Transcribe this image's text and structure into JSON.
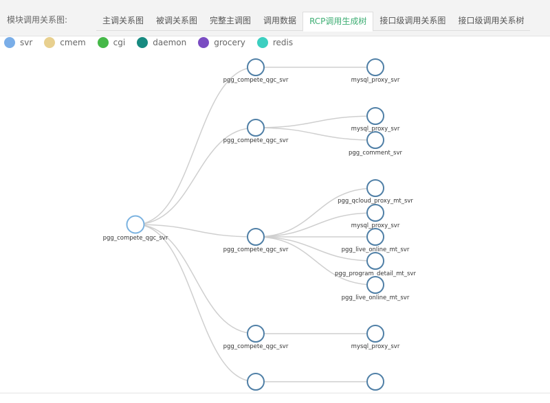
{
  "header": {
    "module_label": "模块调用关系图:",
    "tabs": [
      {
        "label": "主调关系图",
        "active": false
      },
      {
        "label": "被调关系图",
        "active": false
      },
      {
        "label": "完整主调图",
        "active": false
      },
      {
        "label": "调用数据",
        "active": false
      },
      {
        "label": "RCP调用生成树",
        "active": true
      },
      {
        "label": "接口级调用关系图",
        "active": false
      },
      {
        "label": "接口级调用关系树",
        "active": false
      }
    ]
  },
  "legend": [
    {
      "label": "svr",
      "color": "#7aaee8"
    },
    {
      "label": "cmem",
      "color": "#e8d08f"
    },
    {
      "label": "cgi",
      "color": "#45b848"
    },
    {
      "label": "daemon",
      "color": "#178a80"
    },
    {
      "label": "grocery",
      "color": "#7a4cc2"
    },
    {
      "label": "redis",
      "color": "#3ccfc0"
    }
  ],
  "tree": {
    "nodes": [
      {
        "id": "root",
        "label": "pgg_compete_qgc_svr"
      },
      {
        "id": "a",
        "label": "pgg_compete_qgc_svr",
        "parent": "root"
      },
      {
        "id": "b",
        "label": "pgg_compete_qgc_svr",
        "parent": "root"
      },
      {
        "id": "c",
        "label": "pgg_compete_qgc_svr",
        "parent": "root"
      },
      {
        "id": "d",
        "label": "pgg_compete_qgc_svr",
        "parent": "root"
      },
      {
        "id": "e",
        "label": "",
        "parent": "root"
      },
      {
        "id": "a1",
        "label": "mysql_proxy_svr",
        "parent": "a"
      },
      {
        "id": "b1",
        "label": "mysql_proxy_svr",
        "parent": "b"
      },
      {
        "id": "b2",
        "label": "pgg_comment_svr",
        "parent": "b"
      },
      {
        "id": "c1",
        "label": "pgg_qcloud_proxy_mt_svr",
        "parent": "c"
      },
      {
        "id": "c2",
        "label": "mysql_proxy_svr",
        "parent": "c"
      },
      {
        "id": "c3",
        "label": "pgg_live_online_mt_svr",
        "parent": "c"
      },
      {
        "id": "c4",
        "label": "pgg_program_detail_mt_svr",
        "parent": "c"
      },
      {
        "id": "c5",
        "label": "pgg_live_online_mt_svr",
        "parent": "c"
      },
      {
        "id": "d1",
        "label": "mysql_proxy_svr",
        "parent": "d"
      },
      {
        "id": "e1",
        "label": "",
        "parent": "e"
      }
    ]
  }
}
